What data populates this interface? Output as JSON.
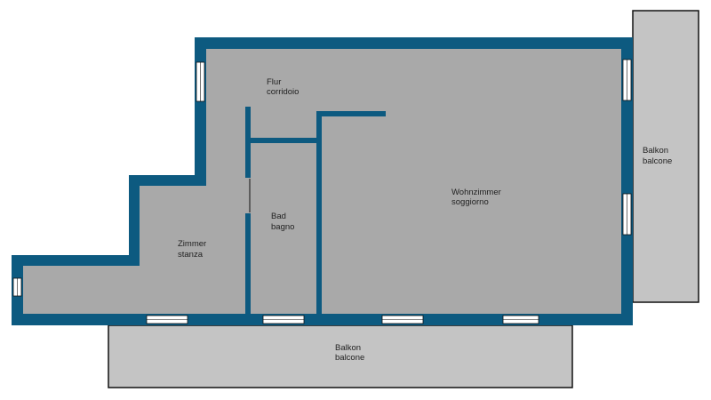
{
  "colors": {
    "wall": "#0d5a80",
    "floor": "#a9a9a9",
    "balcony": "#c4c4c4",
    "window": "#ffffff",
    "outline": "#111111"
  },
  "rooms": {
    "flur": {
      "de": "Flur",
      "it": "corridoio"
    },
    "bad": {
      "de": "Bad",
      "it": "bagno"
    },
    "zimmer": {
      "de": "Zimmer",
      "it": "stanza"
    },
    "wohn": {
      "de": "Wohnzimmer",
      "it": "soggiorno"
    }
  },
  "balconies": {
    "east": {
      "de": "Balkon",
      "it": "balcone"
    },
    "south": {
      "de": "Balkon",
      "it": "balcone"
    }
  }
}
